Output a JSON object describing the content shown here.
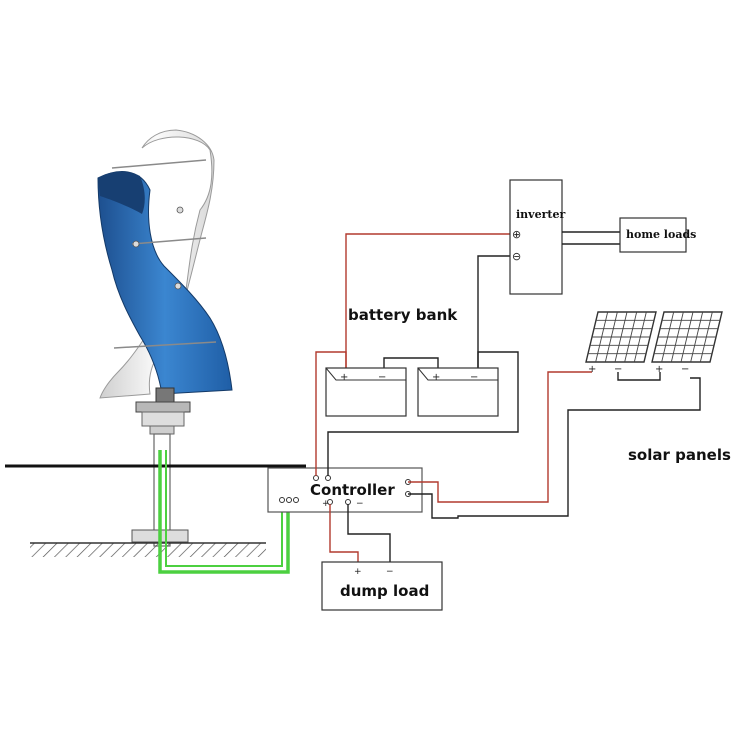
{
  "labels": {
    "battery_bank": "battery bank",
    "inverter": "inverter",
    "home_loads": "home loads",
    "solar_panels": "solar panels",
    "controller": "Controller",
    "dump_load": "dump load"
  },
  "signs": {
    "plus": "+",
    "minus": "−",
    "circle_plus": "⊕",
    "circle_minus": "⊖"
  },
  "colors": {
    "wire_red": "#b23a2e",
    "wire_black": "#222222",
    "wire_green": "#4cd040",
    "wire_purple": "#b04ac0",
    "turbine_blue": "#2a6fb5",
    "turbine_white": "#e8e8e8",
    "panel_grid": "#3a3a3a"
  },
  "icons": [
    "vertical-axis-wind-turbine-icon",
    "battery-icon",
    "solar-panel-icon",
    "ground-hatch-icon"
  ]
}
